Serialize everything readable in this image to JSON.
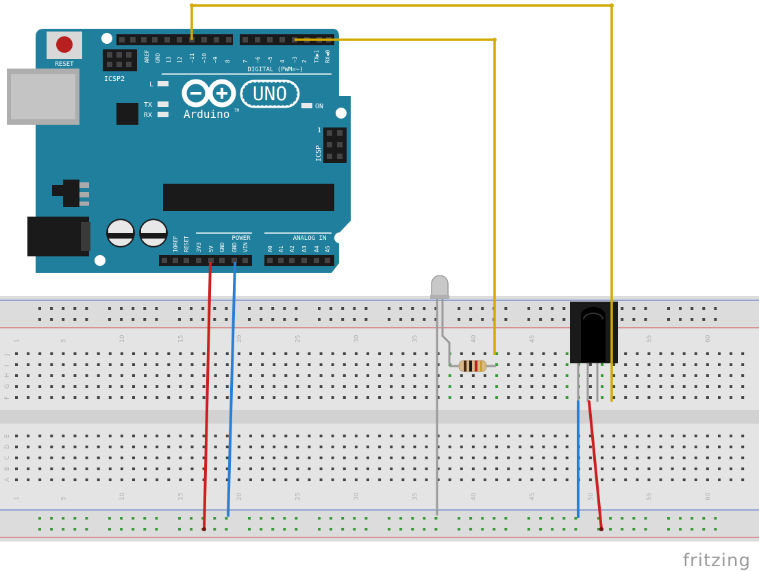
{
  "board": {
    "reset_label": "RESET",
    "icsp2_label": "ICSP2",
    "icsp_label": "ICSP",
    "icsp_pin1": "1",
    "brand": "Arduino",
    "trademark": "TM",
    "model": "UNO",
    "led_l": "L",
    "led_tx": "TX",
    "led_rx": "RX",
    "led_on": "ON",
    "digital_label": "DIGITAL (PWM=~)",
    "power_label": "POWER",
    "analog_label": "ANALOG IN",
    "digital_pins": [
      "AREF",
      "GND",
      "13",
      "12",
      "~11",
      "~10",
      "~9",
      "8",
      "7",
      "~6",
      "~5",
      "4",
      "~3",
      "2",
      "TX▶1",
      "RX◀0"
    ],
    "power_pins": [
      "IOREF",
      "RESET",
      "3V3",
      "5V",
      "GND",
      "GND",
      "VIN"
    ],
    "analog_pins": [
      "A0",
      "A1",
      "A2",
      "A3",
      "A4",
      "A5"
    ]
  },
  "breadboard": {
    "column_numbers": [
      "1",
      "5",
      "10",
      "15",
      "20",
      "25",
      "30",
      "35",
      "40",
      "45",
      "50",
      "55",
      "60"
    ],
    "rows_top": [
      "J",
      "I",
      "H",
      "G",
      "F"
    ],
    "rows_bottom": [
      "E",
      "D",
      "C",
      "B",
      "A"
    ]
  },
  "wire_colors": {
    "signal": "#d4a900",
    "power": "#cc1f1f",
    "ground": "#2a7fd4",
    "led_leg": "#9a9a9a"
  },
  "watermark": "fritzing"
}
